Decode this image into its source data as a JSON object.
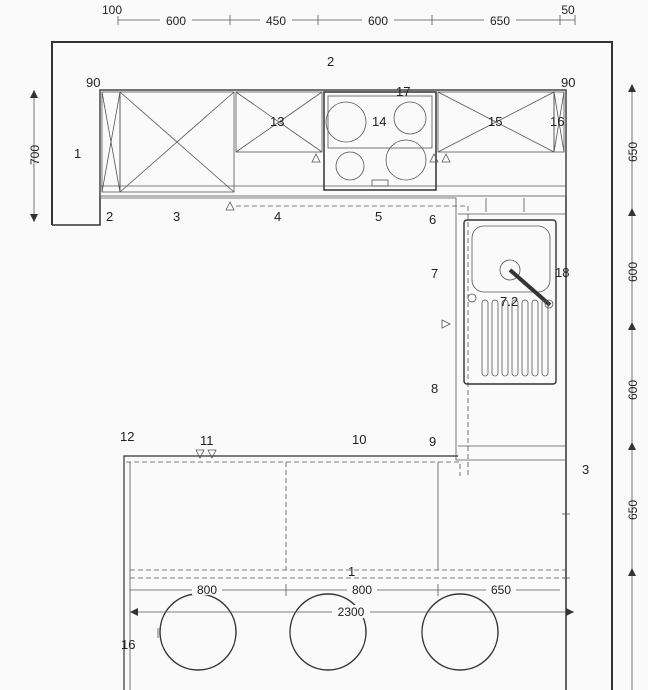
{
  "top_dimensions": [
    "100",
    "600",
    "450",
    "600",
    "650",
    "50"
  ],
  "right_dimensions": [
    "650",
    "600",
    "600",
    "650"
  ],
  "left_dimension": "700",
  "bottom_dimensions": [
    "800",
    "800",
    "650"
  ],
  "bottom_total": "2300",
  "labels": {
    "l1": "1",
    "l2_wall": "2",
    "l90_left": "90",
    "l90_right": "90",
    "l2_counter": "2",
    "l3_top": "3",
    "l4": "4",
    "l5": "5",
    "l6": "6",
    "l7": "7",
    "l8": "8",
    "l9": "9",
    "l10": "10",
    "l11": "11",
    "l12": "12",
    "l13": "13",
    "l14": "14",
    "l15": "15",
    "l16_top": "16",
    "l17": "17",
    "l18": "18",
    "l72": "7.2",
    "l3_right": "3",
    "l1_bottom": "1",
    "l16_bottom": "16"
  },
  "colors": {
    "line": "#333333",
    "background": "#fafafa"
  }
}
